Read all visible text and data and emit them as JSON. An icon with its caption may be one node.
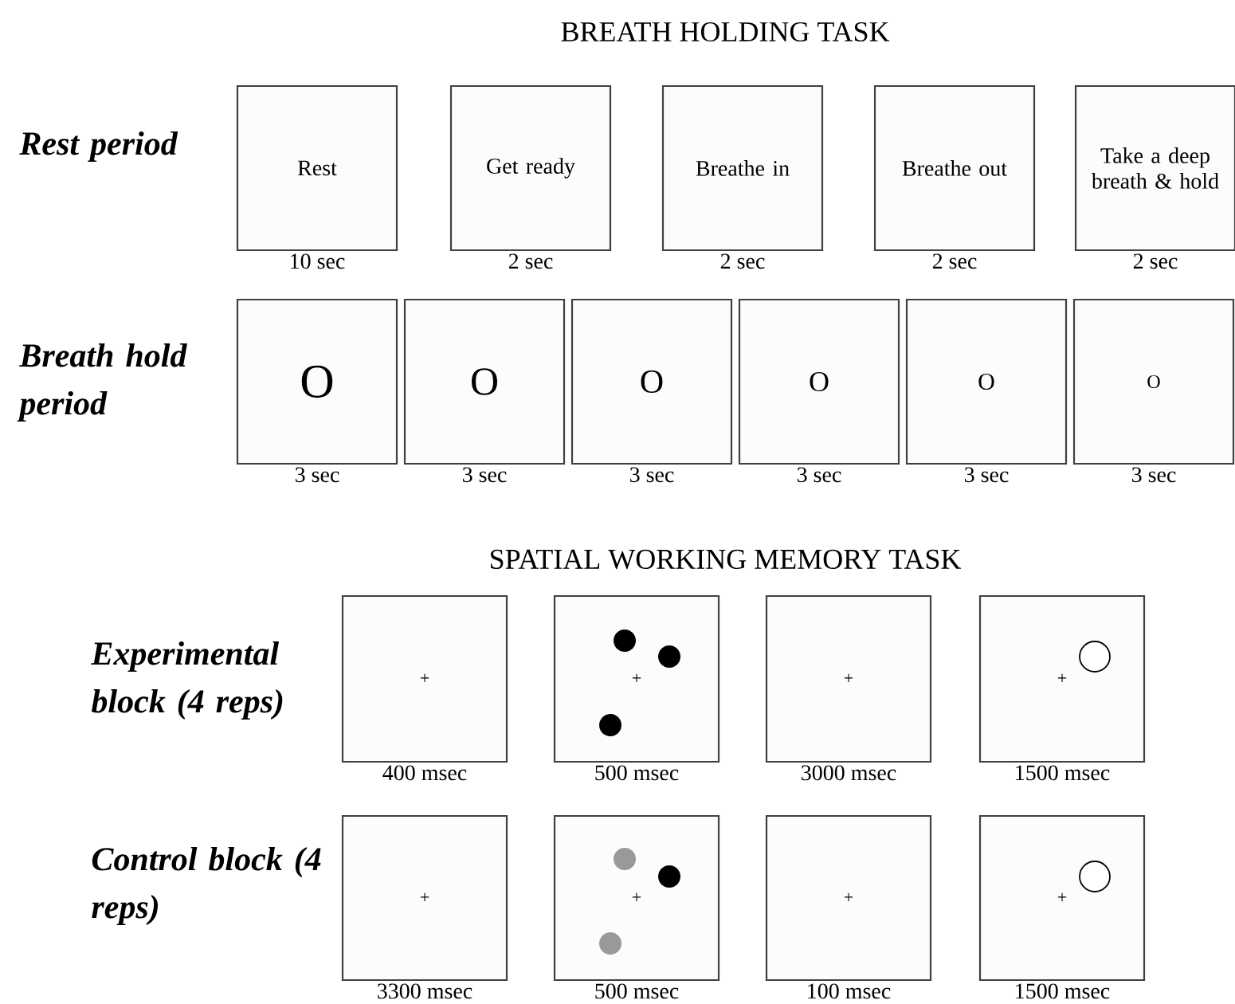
{
  "diagram": {
    "nodes": [
      {
        "text": [
          "Rest"
        ],
        "beside": [
          "10 sec"
        ]
      },
      {
        "text": [
          "Get ready"
        ],
        "beside": [
          "2 sec"
        ]
      },
      {
        "text": [
          "Breathe in"
        ],
        "beside": [
          "2 sec"
        ]
      },
      {
        "text": [
          "Breathe out"
        ],
        "beside": [
          "2 sec"
        ]
      },
      {
        "text": [
          "Take a deep breath & hold"
        ],
        "beside": [
          "2 sec"
        ]
      },
      {
        "text": [
          "O"
        ],
        "beside": [
          "3 sec"
        ]
      },
      {
        "text": [
          "O"
        ],
        "beside": [
          "3 sec"
        ]
      },
      {
        "text": [
          "O"
        ],
        "beside": [
          "3 sec"
        ]
      },
      {
        "text": [
          "O"
        ],
        "beside": [
          "3 sec"
        ]
      },
      {
        "text": [
          "O"
        ],
        "beside": [
          "3 sec"
        ]
      },
      {
        "text": [
          "O"
        ],
        "beside": [
          "3 sec"
        ]
      },
      {
        "text": [
          "+"
        ],
        "beside": [
          "400 msec"
        ]
      },
      {
        "text": [
          "+"
        ],
        "beside": [
          "500 msec"
        ]
      },
      {
        "text": [
          "+"
        ],
        "beside": [
          "3000 msec"
        ]
      },
      {
        "text": [
          "+"
        ],
        "beside": [
          "1500 msec"
        ]
      },
      {
        "text": [
          "+"
        ],
        "beside": [
          "3300 msec"
        ]
      },
      {
        "text": [
          "+"
        ],
        "beside": [
          "500 msec"
        ]
      },
      {
        "text": [
          "+"
        ],
        "beside": [
          "100 msec"
        ]
      },
      {
        "text": [
          "+"
        ],
        "beside": [
          "1500 msec"
        ]
      }
    ],
    "labels": [
      "BREATH HOLDING TASK",
      "Rest period",
      "Breath hold period",
      "SPATIAL WORKING MEMORY TASK",
      "Experimental block (4 reps)",
      "Control block (4 reps)"
    ]
  }
}
